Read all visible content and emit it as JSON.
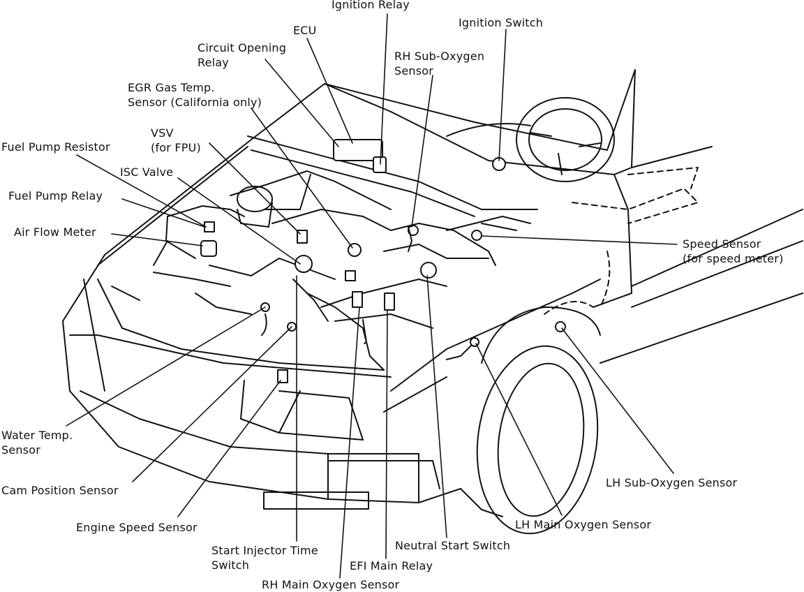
{
  "labels": {
    "ignition_relay": "Ignition Relay",
    "ignition_switch": "Ignition Switch",
    "ecu": "ECU",
    "circuit_opening_relay_1": "Circuit Opening",
    "circuit_opening_relay_2": "Relay",
    "rh_sub_oxygen_sensor_1": "RH Sub-Oxygen",
    "rh_sub_oxygen_sensor_2": "Sensor",
    "egr_gas_temp_sensor_1": "EGR Gas Temp.",
    "egr_gas_temp_sensor_2": "Sensor (California only)",
    "vsv_1": "VSV",
    "vsv_2": "(for FPU)",
    "fuel_pump_resistor": "Fuel Pump Resistor",
    "isc_valve": "ISC Valve",
    "fuel_pump_relay": "Fuel Pump Relay",
    "air_flow_meter": "Air Flow Meter",
    "speed_sensor_1": "Speed Sensor",
    "speed_sensor_2": "(for speed meter)",
    "water_temp_sensor_1": "Water Temp.",
    "water_temp_sensor_2": "Sensor",
    "cam_position_sensor": "Cam Position Sensor",
    "engine_speed_sensor": "Engine Speed Sensor",
    "start_injector_time_switch_1": "Start Injector Time",
    "start_injector_time_switch_2": "Switch",
    "efi_main_relay": "EFI Main Relay",
    "rh_main_oxygen_sensor": "RH Main Oxygen Sensor",
    "neutral_start_switch": "Neutral Start Switch",
    "lh_main_oxygen_sensor": "LH Main Oxygen Sensor",
    "lh_sub_oxygen_sensor": "LH Sub-Oxygen Sensor"
  },
  "colors": {
    "ink": "#111111",
    "paper": "#ffffff"
  }
}
